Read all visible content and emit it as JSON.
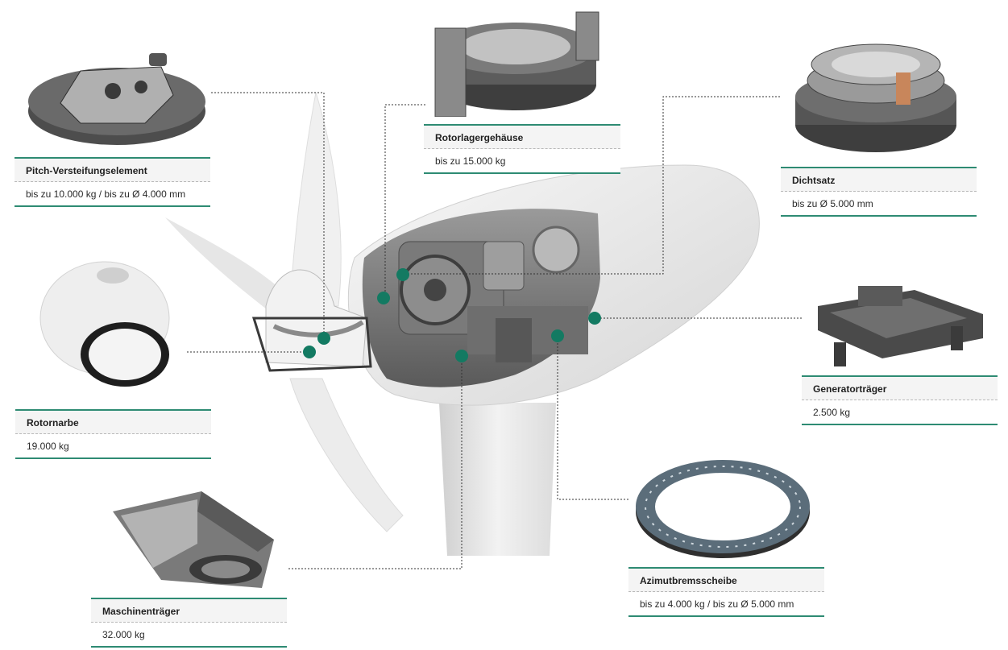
{
  "components": [
    {
      "id": "pitch",
      "name": "Pitch-Versteifungselement",
      "spec": "bis zu 10.000 kg / bis zu Ø 4.000 mm",
      "icon": "pitch-stiffener-plate-icon"
    },
    {
      "id": "rotorlager",
      "name": "Rotorlagergehäuse",
      "spec": "bis zu 15.000 kg",
      "icon": "rotor-bearing-housing-icon"
    },
    {
      "id": "dichtsatz",
      "name": "Dichtsatz",
      "spec": "bis zu Ø 5.000 mm",
      "icon": "seal-kit-icon"
    },
    {
      "id": "rotornabe",
      "name": "Rotornarbe",
      "spec": "19.000 kg",
      "icon": "rotor-hub-icon"
    },
    {
      "id": "generator",
      "name": "Generatorträger",
      "spec": "2.500 kg",
      "icon": "generator-frame-icon"
    },
    {
      "id": "maschinen",
      "name": "Maschinenträger",
      "spec": "32.000 kg",
      "icon": "machine-frame-icon"
    },
    {
      "id": "azimut",
      "name": "Azimutbremsscheibe",
      "spec": "bis zu 4.000 kg / bis zu Ø 5.000 mm",
      "icon": "yaw-brake-disc-icon"
    }
  ],
  "colors": {
    "accent": "#2e8b73",
    "marker": "#137a62",
    "leader": "#333333"
  }
}
